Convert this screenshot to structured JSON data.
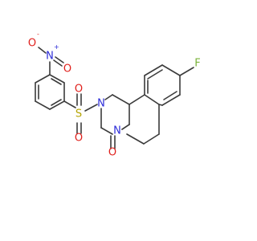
{
  "molecule": {
    "colors": {
      "bond": "#3b3b3b",
      "carbon": "#3b3b3b",
      "nitrogen": "#2c2cd8",
      "oxygen": "#e0201c",
      "sulfur": "#b5a400",
      "fluorine": "#7ab339"
    },
    "atoms": {
      "nitro_o_left": {
        "symbol": "O",
        "superscript": "-"
      },
      "nitro_n": {
        "symbol": "N",
        "superscript": "+"
      },
      "nitro_o_bottom": {
        "symbol": "O"
      },
      "sulfonyl_s": {
        "symbol": "S"
      },
      "sulfonyl_o_top": {
        "symbol": "O"
      },
      "sulfonyl_o_bottom": {
        "symbol": "O"
      },
      "ring_n_sulfonyl": {
        "symbol": "N"
      },
      "ring_n_lactam": {
        "symbol": "N"
      },
      "carbonyl_o": {
        "symbol": "O"
      },
      "fluorine": {
        "symbol": "F"
      }
    }
  }
}
